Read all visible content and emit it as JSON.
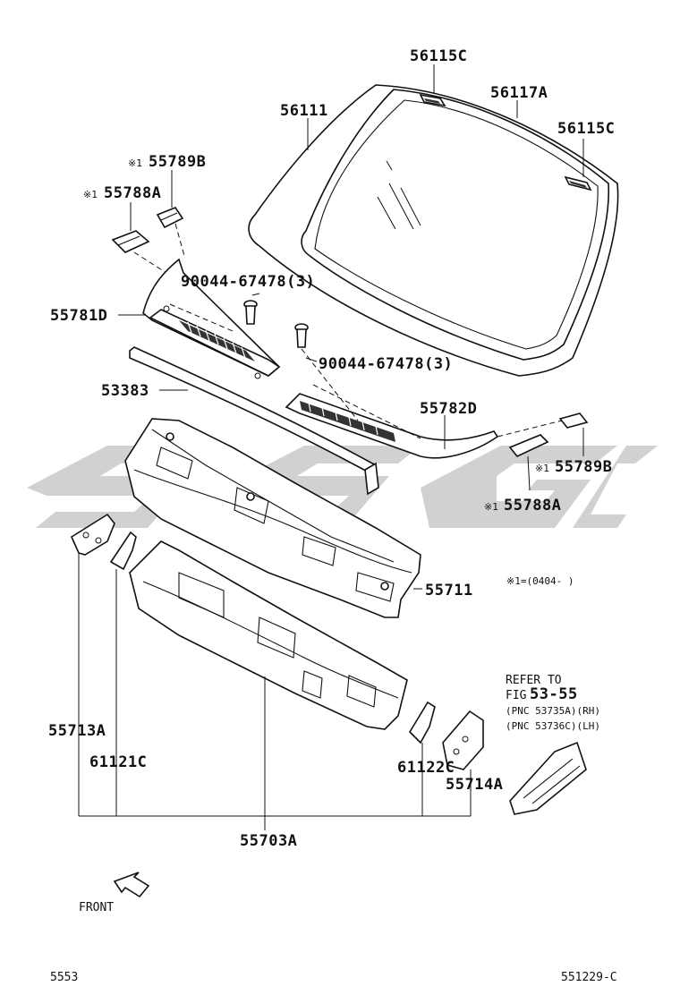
{
  "watermark_text": "SSGT",
  "parts": {
    "p56115c_top": "56115C",
    "p56117a": "56117A",
    "p56111": "56111",
    "p56115c_right": "56115C",
    "p55789b_left": "55789B",
    "p55788a_left": "55788A",
    "p90044_upper": "90044-67478(3)",
    "p55781d": "55781D",
    "p90044_lower": "90044-67478(3)",
    "p53383": "53383",
    "p55782d": "55782D",
    "p55789b_right": "55789B",
    "p55788a_right": "55788A",
    "p55711": "55711",
    "p55713a": "55713A",
    "p61121c": "61121C",
    "p61122c": "61122C",
    "p55714a": "55714A",
    "p55703a": "55703A"
  },
  "marks": {
    "note_mark": "※1",
    "note_text": "※1=(0404-    )"
  },
  "refer": {
    "line1": "REFER TO",
    "fig_prefix": "FIG",
    "fig_number": "53-55",
    "pnc_rh": "(PNC 53735A)(RH)",
    "pnc_lh": "(PNC 53736C)(LH)"
  },
  "front_label": "FRONT",
  "footer": {
    "page_left": "5553",
    "page_right": "551229-C"
  }
}
